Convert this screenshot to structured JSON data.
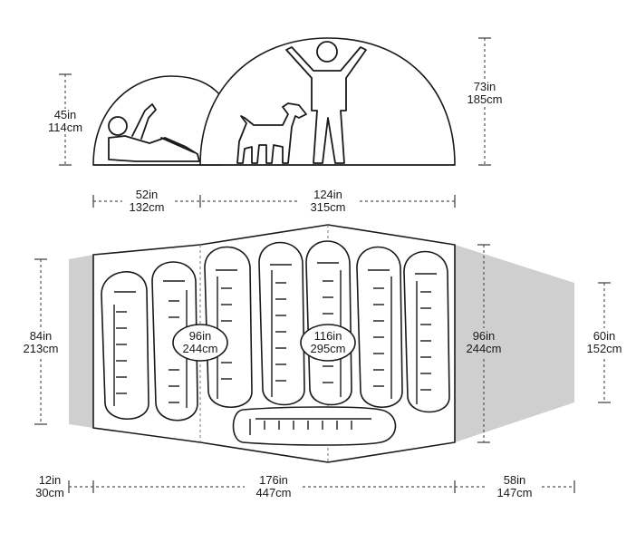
{
  "side_view": {
    "small_dome_height": {
      "in": "45in",
      "cm": "114cm"
    },
    "large_dome_height": {
      "in": "73in",
      "cm": "185cm"
    },
    "small_dome_length": {
      "in": "52in",
      "cm": "132cm"
    },
    "large_dome_length": {
      "in": "124in",
      "cm": "315cm"
    }
  },
  "floor_plan": {
    "left_width": {
      "in": "84in",
      "cm": "213cm"
    },
    "small_room_width": {
      "in": "96in",
      "cm": "244cm"
    },
    "large_room_width": {
      "in": "116in",
      "cm": "295cm"
    },
    "right_width": {
      "in": "96in",
      "cm": "244cm"
    },
    "vestibule_width": {
      "in": "60in",
      "cm": "152cm"
    },
    "left_vestibule_depth": {
      "in": "12in",
      "cm": "30cm"
    },
    "total_length": {
      "in": "176in",
      "cm": "447cm"
    },
    "right_vestibule_depth": {
      "in": "58in",
      "cm": "147cm"
    },
    "sleeping_bag_count": 8
  },
  "icons": [
    "person-lying-icon",
    "dog-icon",
    "person-standing-icon",
    "sleeping-bag-icon"
  ]
}
